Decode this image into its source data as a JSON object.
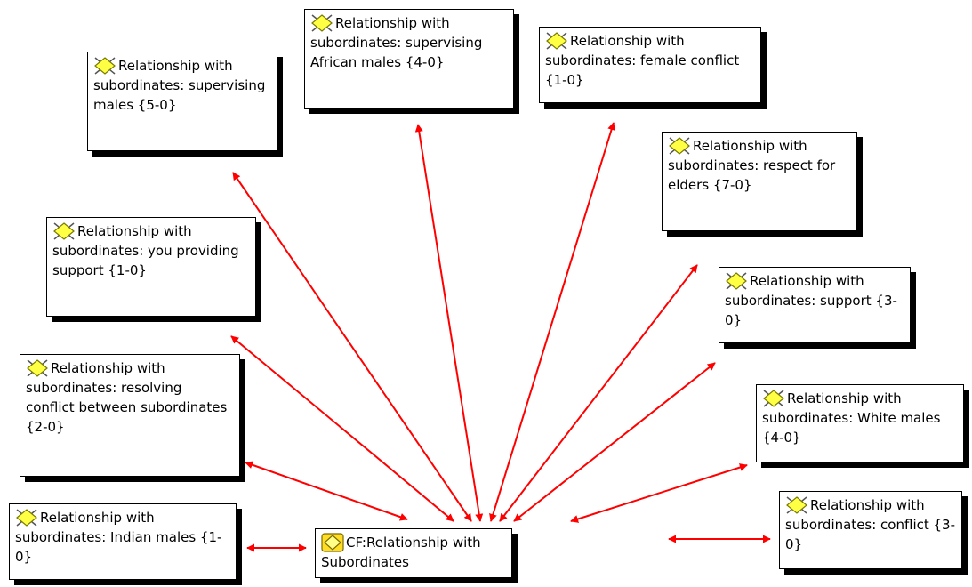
{
  "diagram": {
    "center": {
      "id": "core",
      "label": "CF:Relationship with Subordinates",
      "icon": "family-code-icon"
    },
    "nodes": [
      {
        "id": "supervising-males",
        "label": "Relationship with subordinates: supervising males {5-0}",
        "icon": "code-icon"
      },
      {
        "id": "supervising-african-males",
        "label": "Relationship with subordinates: supervising African males {4-0}",
        "icon": "code-icon"
      },
      {
        "id": "female-conflict",
        "label": "Relationship with subordinates: female conflict {1-0}",
        "icon": "code-icon"
      },
      {
        "id": "respect-for-elders",
        "label": "Relationship with subordinates: respect for elders {7-0}",
        "icon": "code-icon"
      },
      {
        "id": "you-providing-support",
        "label": "Relationship with subordinates: you providing support {1-0}",
        "icon": "code-icon"
      },
      {
        "id": "support",
        "label": "Relationship with subordinates: support {3-0}",
        "icon": "code-icon"
      },
      {
        "id": "resolving-conflict",
        "label": "Relationship with subordinates: resolving conflict between subordinates {2-0}",
        "icon": "code-icon"
      },
      {
        "id": "white-males",
        "label": "Relationship with subordinates: White males {4-0}",
        "icon": "code-icon"
      },
      {
        "id": "indian-males",
        "label": "Relationship with subordinates: Indian males {1-0}",
        "icon": "code-icon"
      },
      {
        "id": "conflict",
        "label": "Relationship with subordinates: conflict {3-0}",
        "icon": "code-icon"
      }
    ],
    "link_color": "#ff0000"
  }
}
